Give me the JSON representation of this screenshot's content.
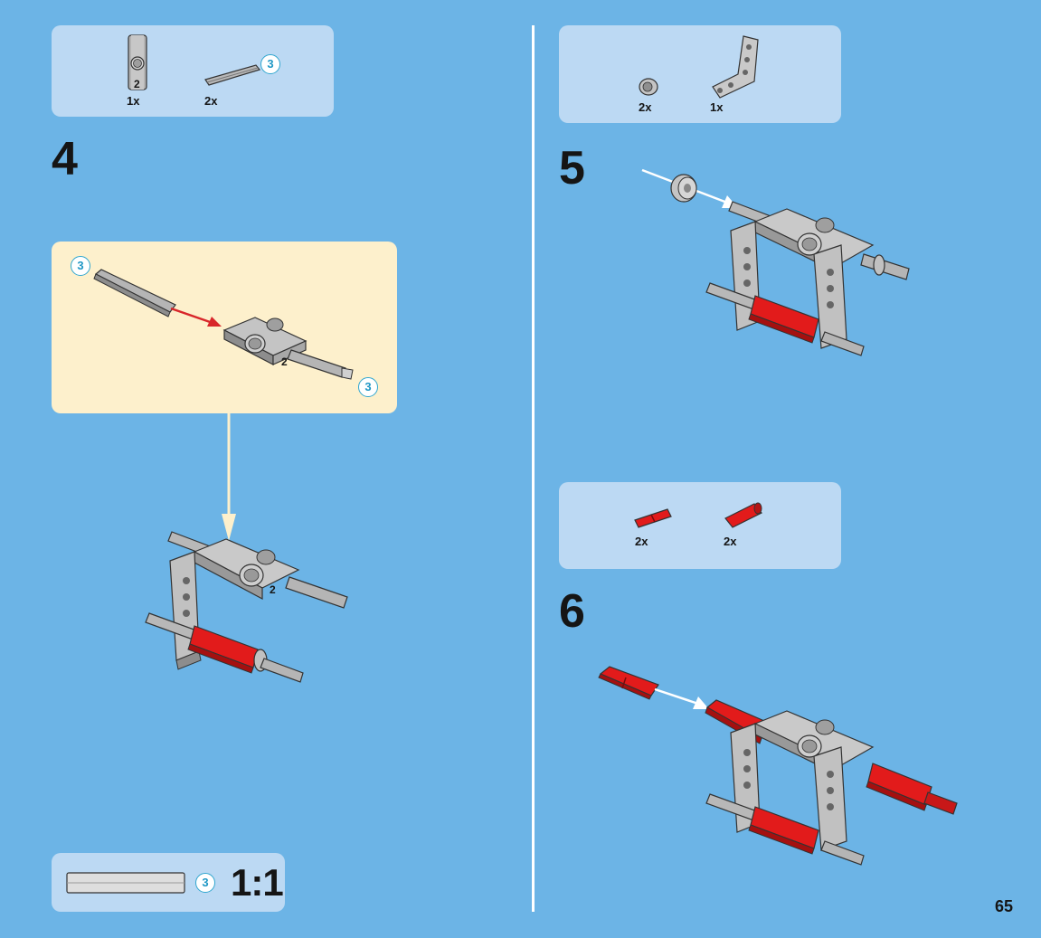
{
  "page": {
    "number": "65",
    "background": "#6cb4e6"
  },
  "steps": [
    {
      "number": "4",
      "parts": [
        {
          "name": "technic-beam-2",
          "qty": "1x",
          "label": "2"
        },
        {
          "name": "axle-3",
          "qty": "2x",
          "badge": "3"
        }
      ],
      "callout": {
        "badge_left": "3",
        "badge_right": "3",
        "part_label": "2"
      },
      "assembly_label": "2"
    },
    {
      "number": "5",
      "parts": [
        {
          "name": "bush",
          "qty": "2x"
        },
        {
          "name": "angle-beam",
          "qty": "1x"
        }
      ]
    },
    {
      "number": "6",
      "parts": [
        {
          "name": "red-axle-pin",
          "qty": "2x"
        },
        {
          "name": "red-connector",
          "qty": "2x"
        }
      ]
    }
  ],
  "scale_ref": {
    "badge": "3",
    "ratio": "1:1"
  },
  "colors": {
    "panel": "#bcd9f3",
    "callout": "#fdf0cc",
    "badge_border": "#2fa6cf",
    "red_part": "#e21b1b",
    "gray_part": "#b3b3b3",
    "insert_arrow": "#d8262a"
  }
}
